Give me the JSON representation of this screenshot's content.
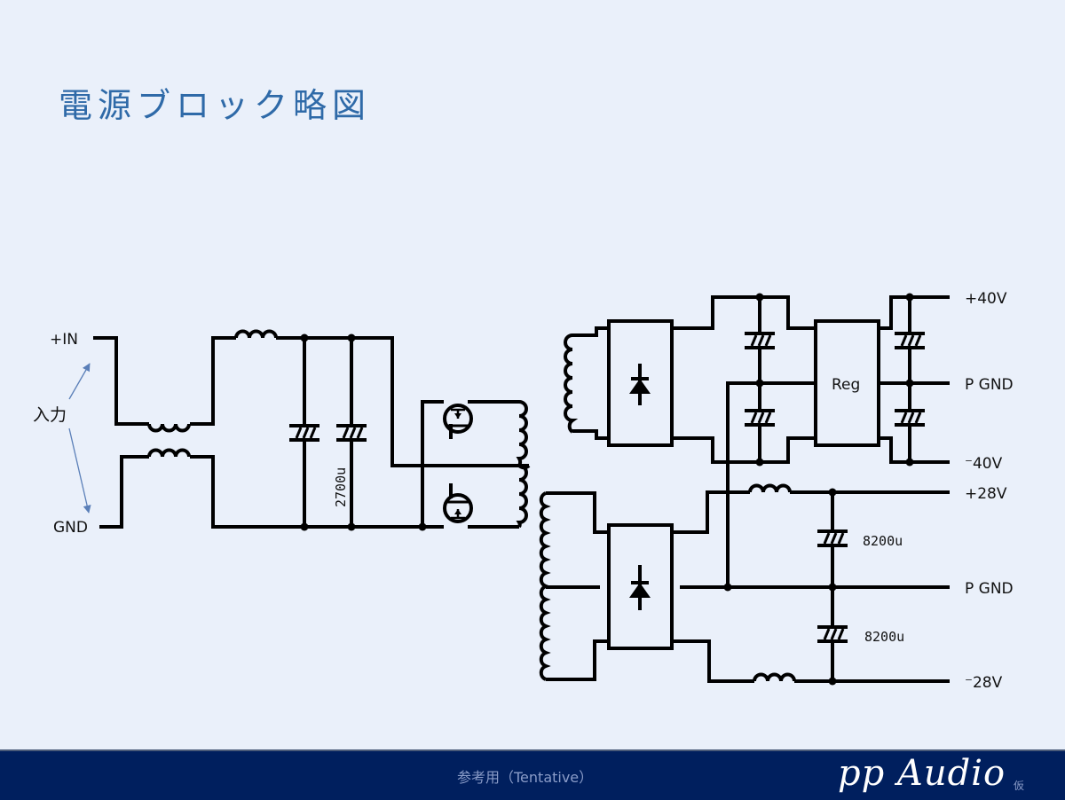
{
  "page": {
    "title": "電源ブロック略図"
  },
  "diagram": {
    "input": {
      "plus_label": "+IN",
      "gnd_label": "GND",
      "annotation": "入力"
    },
    "components": {
      "input_cap_value": "2700u",
      "rectifier_icon": "diode-bridge",
      "regulator_label": "Reg",
      "output_cap_upper_value": "8200u",
      "output_cap_lower_value": "8200u"
    },
    "outputs": {
      "pos40": "+40V",
      "pgnd_top": "P GND",
      "neg40": "⁻40V",
      "pos28": "+28V",
      "pgnd_bottom": "P GND",
      "neg28": "⁻28V"
    },
    "colors": {
      "wire": "#000000",
      "title": "#2f6aa8",
      "arrow": "#5a7fb8",
      "background": "#eaf0fa"
    }
  },
  "footer": {
    "note": "参考用（Tentative）",
    "brand": "pp Audio",
    "brand_sub": "仮",
    "background": "#001f5e"
  }
}
